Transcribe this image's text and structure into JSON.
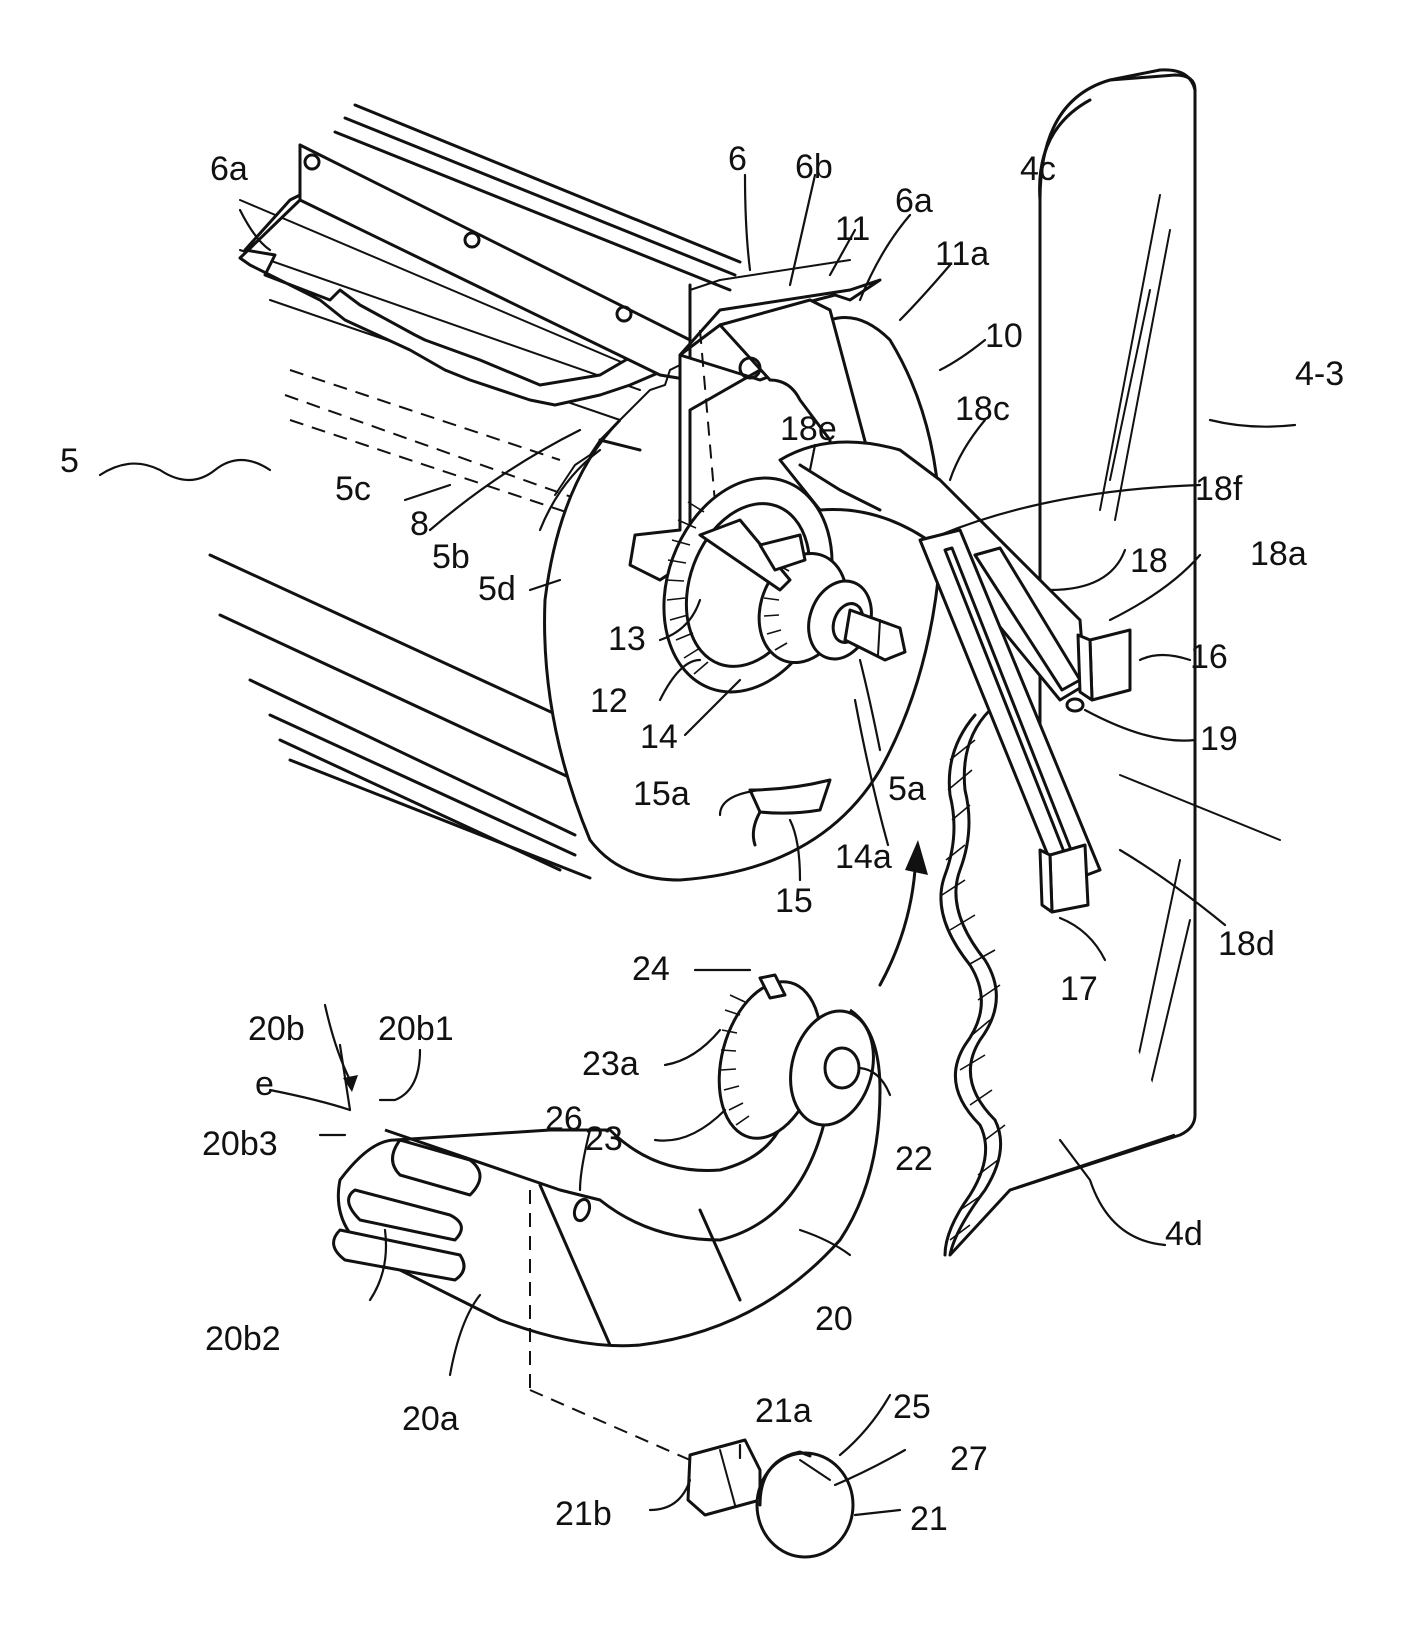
{
  "figure": {
    "labels": {
      "l_5": "5",
      "l_5a": "5a",
      "l_5b": "5b",
      "l_5c": "5c",
      "l_5d": "5d",
      "l_6": "6",
      "l_6a_left": "6a",
      "l_6a_right": "6a",
      "l_6b": "6b",
      "l_4c": "4c",
      "l_4_3": "4-3",
      "l_4d": "4d",
      "l_8": "8",
      "l_10": "10",
      "l_11": "11",
      "l_11a": "11a",
      "l_12": "12",
      "l_13": "13",
      "l_14": "14",
      "l_14a": "14a",
      "l_15": "15",
      "l_15a": "15a",
      "l_16": "16",
      "l_17": "17",
      "l_18": "18",
      "l_18a": "18a",
      "l_18c": "18c",
      "l_18d": "18d",
      "l_18e": "18e",
      "l_18f": "18f",
      "l_19": "19",
      "l_20": "20",
      "l_20a": "20a",
      "l_20b": "20b",
      "l_20b1": "20b1",
      "l_20b2": "20b2",
      "l_20b3": "20b3",
      "l_e": "e",
      "l_21": "21",
      "l_21a": "21a",
      "l_21b": "21b",
      "l_22": "22",
      "l_23": "23",
      "l_23a": "23a",
      "l_24": "24",
      "l_25": "25",
      "l_26": "26",
      "l_27": "27"
    }
  }
}
